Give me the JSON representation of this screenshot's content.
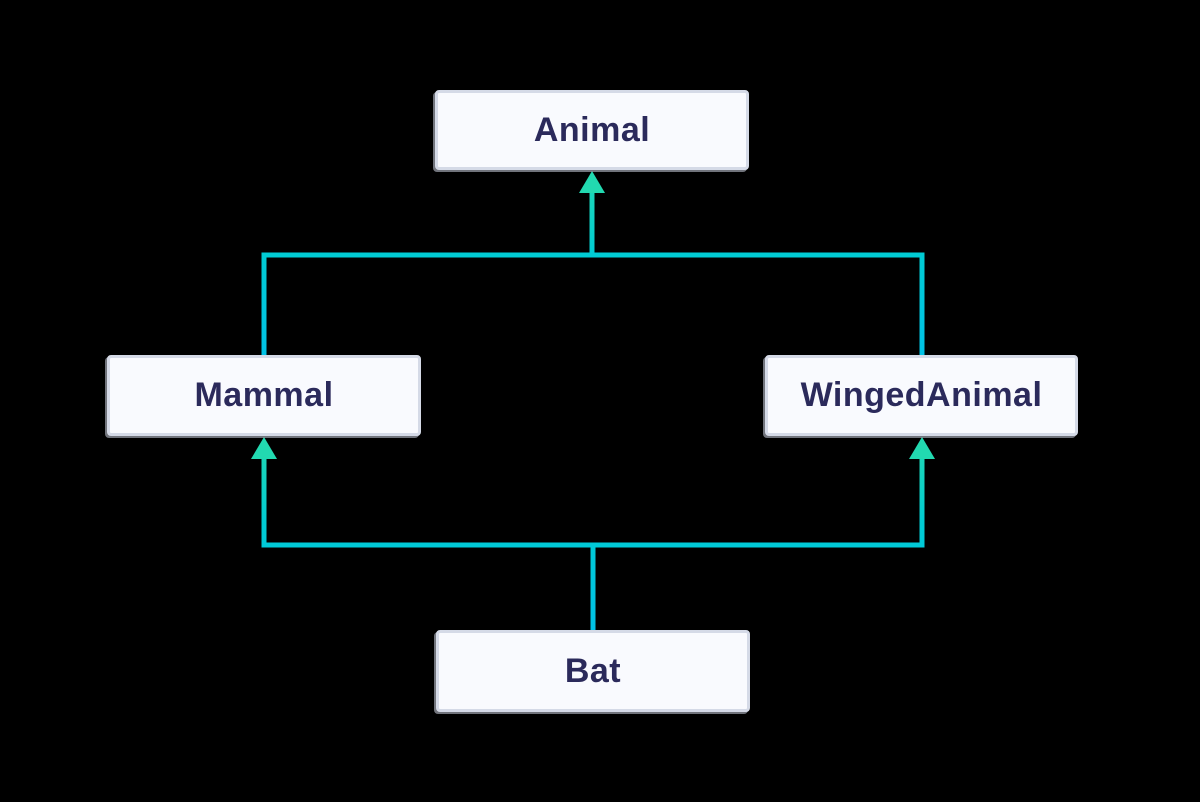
{
  "diagram": {
    "type": "class-inheritance-flowchart",
    "nodes": [
      {
        "id": "animal",
        "label": "Animal"
      },
      {
        "id": "mammal",
        "label": "Mammal"
      },
      {
        "id": "wingedanimal",
        "label": "WingedAnimal"
      },
      {
        "id": "bat",
        "label": "Bat"
      }
    ],
    "edges": [
      {
        "from": "Mammal",
        "to": "Animal",
        "arrow": "triangle"
      },
      {
        "from": "WingedAnimal",
        "to": "Animal",
        "arrow": "triangle"
      },
      {
        "from": "Bat",
        "to": "Mammal",
        "arrow": "triangle"
      },
      {
        "from": "Bat",
        "to": "WingedAnimal",
        "arrow": "triangle"
      }
    ],
    "colors": {
      "background": "#000000",
      "node_fill": "#f9fafe",
      "node_border": "#d5dae7",
      "label_text": "#2b2a5b",
      "edge_start_cyan": "#00c2e6",
      "edge_end_teal": "#22d9b0"
    }
  }
}
